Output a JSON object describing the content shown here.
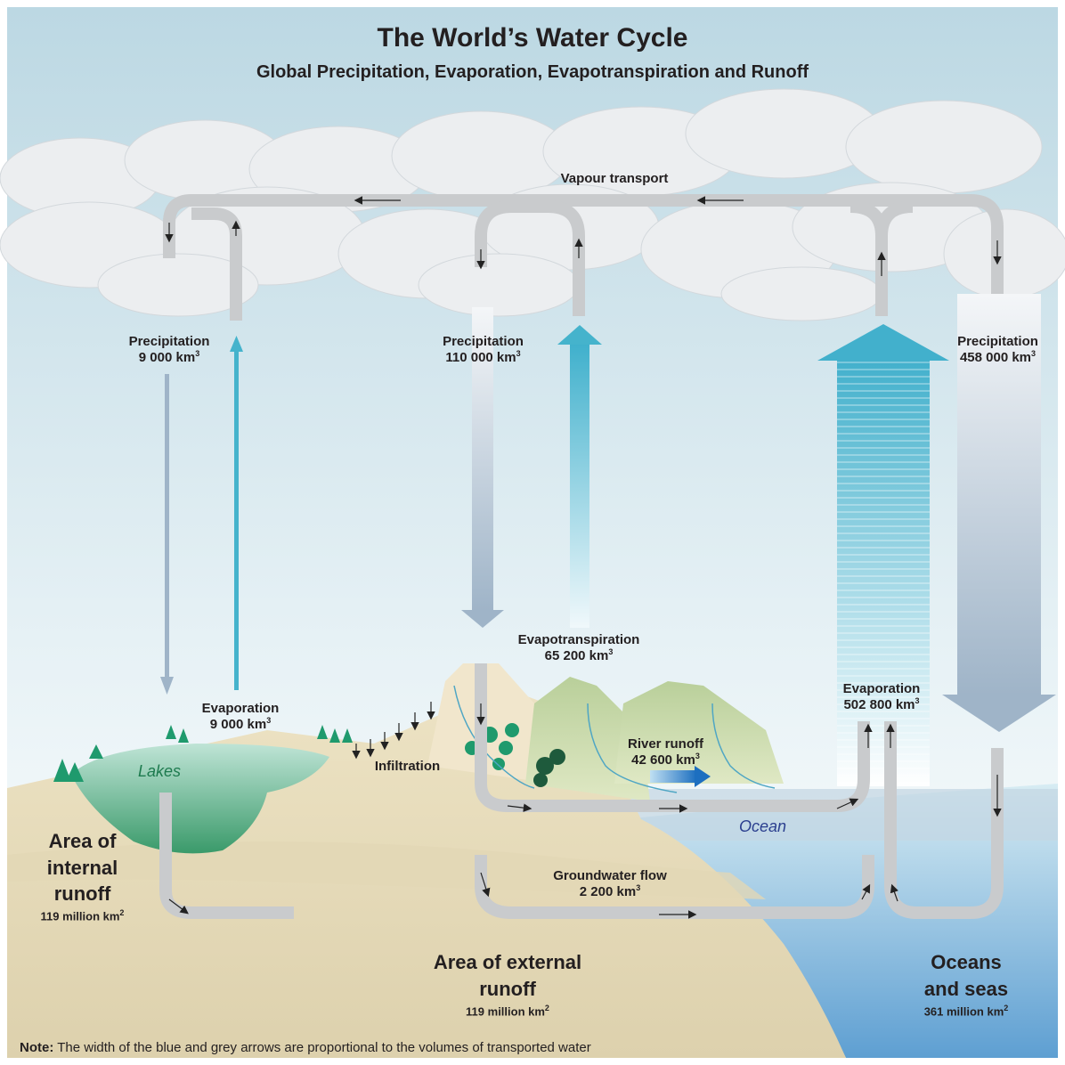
{
  "title": "The World’s Water Cycle",
  "subtitle": "Global Precipitation, Evaporation, Evapotranspiration and Runoff",
  "vapour_transport": "Vapour transport",
  "internal": {
    "precip_label": "Precipitation",
    "precip_value": "9 000 km",
    "evap_label": "Evaporation",
    "evap_value": "9 000 km",
    "lakes": "Lakes",
    "infiltration": "Infiltration",
    "area_line1": "Area of",
    "area_line2": "internal",
    "area_line3": "runoff",
    "area_size": "119 million km"
  },
  "external": {
    "precip_label": "Precipitation",
    "precip_value": "110 000 km",
    "evapotrans_label": "Evapotranspiration",
    "evapotrans_value": "65 200 km",
    "river_label": "River runoff",
    "river_value": "42 600 km",
    "groundwater_label": "Groundwater flow",
    "groundwater_value": "2 200 km",
    "area_line1": "Area of external",
    "area_line2": "runoff",
    "area_size": "119 million km"
  },
  "oceans": {
    "evap_label": "Evaporation",
    "evap_value": "502 800 km",
    "precip_label": "Precipitation",
    "precip_value": "458 000 km",
    "ocean_label": "Ocean",
    "area_line1": "Oceans",
    "area_line2": "and seas",
    "area_size": "361 million km"
  },
  "units": {
    "cube": "3",
    "square": "2"
  },
  "note": {
    "prefix": "Note:",
    "text": " The width of the blue and grey arrows are proportional to the volumes of transported water"
  },
  "colors": {
    "sky_top": "#bcd8e3",
    "grey_arrow": "#c9cbcd",
    "blue_arrow": "#45b3cc",
    "land": "#e7dcb8",
    "ocean": "#8cc0df"
  }
}
